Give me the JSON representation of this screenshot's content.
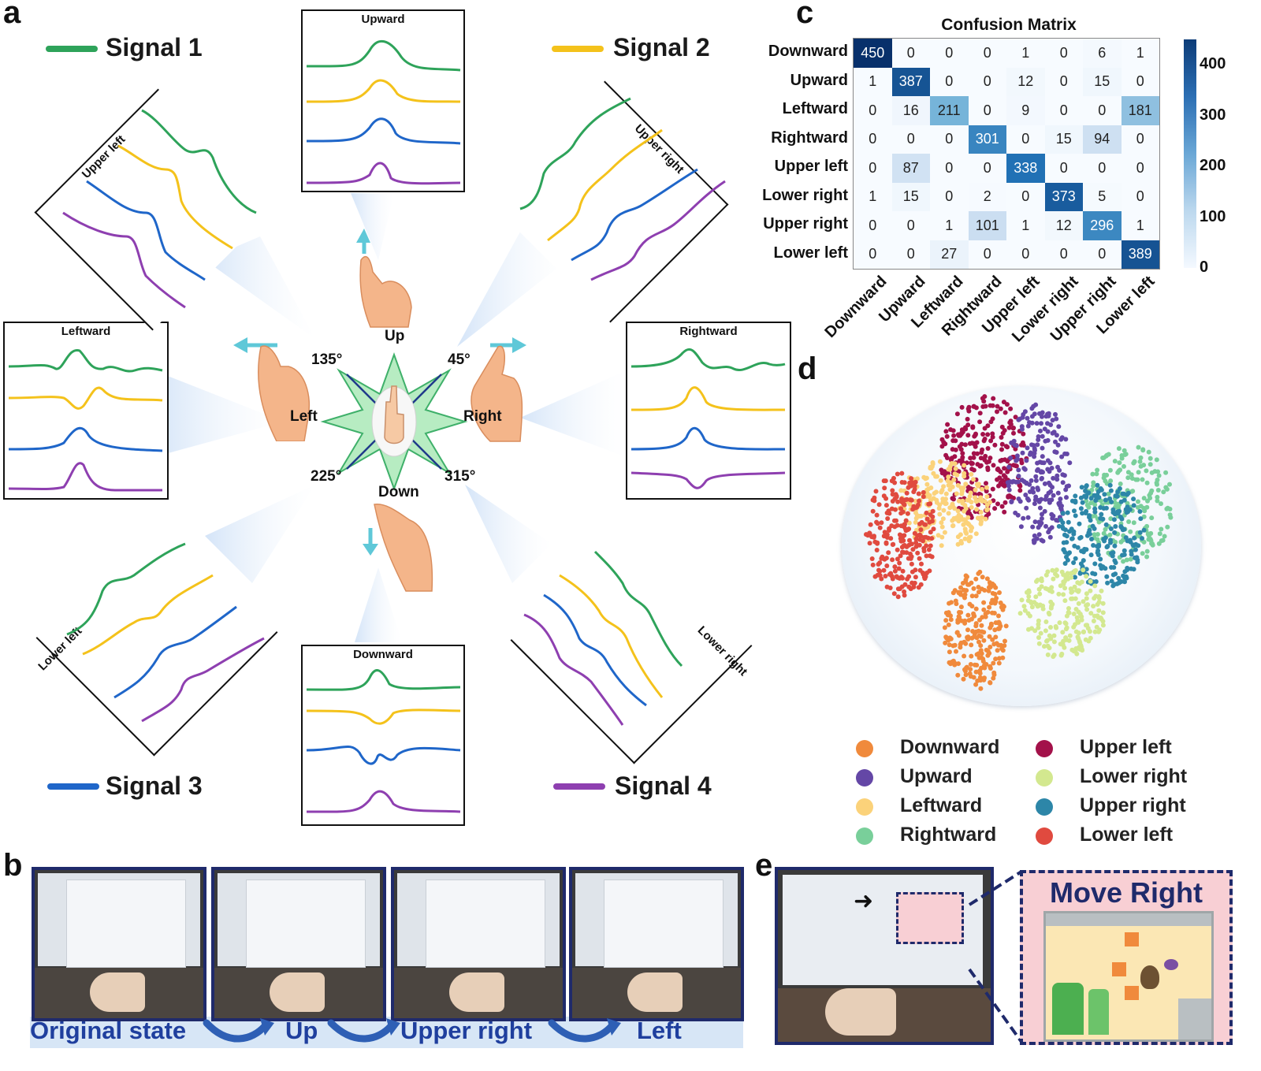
{
  "panels": {
    "a": "a",
    "b": "b",
    "c": "c",
    "d": "d",
    "e": "e"
  },
  "signals": [
    {
      "label": "Signal 1",
      "color": "#2ea35a"
    },
    {
      "label": "Signal 2",
      "color": "#f4c21b"
    },
    {
      "label": "Signal 3",
      "color": "#1f66c9"
    },
    {
      "label": "Signal 4",
      "color": "#8e3fb0"
    }
  ],
  "gesture_boxes": {
    "upward": "Upward",
    "downward": "Downward",
    "leftward": "Leftward",
    "rightward": "Rightward",
    "upper_left": "Upper left",
    "upper_right": "Upper right",
    "lower_left": "Lower left",
    "lower_right": "Lower right"
  },
  "compass": {
    "up": "Up",
    "down": "Down",
    "left": "Left",
    "right": "Right",
    "a45": "45°",
    "a135": "135°",
    "a225": "225°",
    "a315": "315°"
  },
  "chart_data": {
    "type": "heatmap",
    "title": "Confusion Matrix",
    "rows": [
      "Downward",
      "Upward",
      "Leftward",
      "Rightward",
      "Upper left",
      "Lower right",
      "Upper right",
      "Lower left"
    ],
    "cols": [
      "Downward",
      "Upward",
      "Leftward",
      "Rightward",
      "Upper left",
      "Lower right",
      "Upper right",
      "Lower left"
    ],
    "values": [
      [
        450,
        0,
        0,
        0,
        1,
        0,
        6,
        1
      ],
      [
        1,
        387,
        0,
        0,
        12,
        0,
        15,
        0
      ],
      [
        0,
        16,
        211,
        0,
        9,
        0,
        0,
        181
      ],
      [
        0,
        0,
        0,
        301,
        0,
        15,
        94,
        0
      ],
      [
        0,
        87,
        0,
        0,
        338,
        0,
        0,
        0
      ],
      [
        1,
        15,
        0,
        2,
        0,
        373,
        5,
        0
      ],
      [
        0,
        0,
        1,
        101,
        1,
        12,
        296,
        1
      ],
      [
        0,
        0,
        27,
        0,
        0,
        0,
        0,
        389
      ]
    ],
    "colorbar_ticks": [
      "400",
      "300",
      "200",
      "100",
      "0"
    ],
    "colorbar_range": [
      0,
      450
    ]
  },
  "tsne_legend": [
    {
      "label": "Downward",
      "color": "#f08a3c"
    },
    {
      "label": "Upper left",
      "color": "#a3114a"
    },
    {
      "label": "Upward",
      "color": "#6447a6"
    },
    {
      "label": "Lower right",
      "color": "#d3e88f"
    },
    {
      "label": "Leftward",
      "color": "#fbd27a"
    },
    {
      "label": "Upper right",
      "color": "#2d86a8"
    },
    {
      "label": "Rightward",
      "color": "#79cf9a"
    },
    {
      "label": "Lower left",
      "color": "#e04a3f"
    }
  ],
  "sequence": {
    "steps": [
      "Original state",
      "Up",
      "Upper right",
      "Left"
    ]
  },
  "game": {
    "caption": "Move Right"
  }
}
